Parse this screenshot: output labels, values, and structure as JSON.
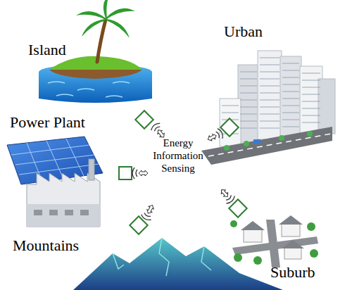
{
  "diagram": {
    "labels": [
      "Island",
      "Urban",
      "Power Plant",
      "Energy Information Sensing",
      "Mountains",
      "Suburb"
    ]
  }
}
